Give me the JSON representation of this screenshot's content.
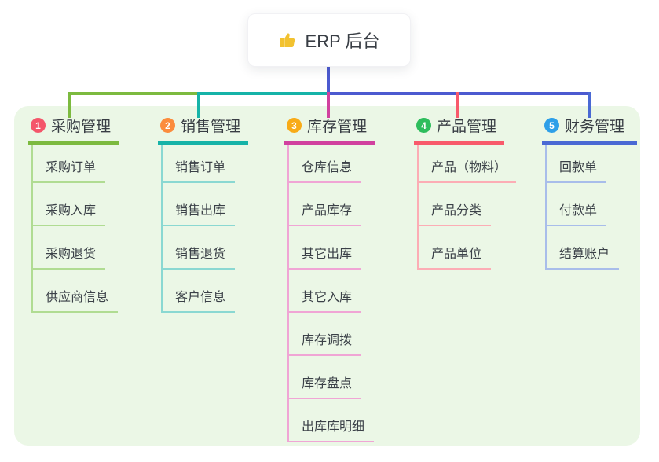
{
  "root": {
    "label": "ERP 后台",
    "icon": "thumbs-up-icon"
  },
  "colors": {
    "panel_background": "#ebf7e6",
    "root_connector": "#4c5ad0",
    "text": "#3b4148",
    "branch_line_colors": [
      "#7cba3f",
      "#16b3a8",
      "#d1419f",
      "#f85a6b",
      "#4a69d4"
    ],
    "branch_child_line_colors": [
      "#b0dc92",
      "#8ad8d2",
      "#f0a5d5",
      "#fcadb5",
      "#a8bdea"
    ],
    "badge_colors": [
      "#f4566a",
      "#fb8c3d",
      "#f8ab17",
      "#2dbd5c",
      "#2d9fe8"
    ]
  },
  "branches": [
    {
      "badge": "1",
      "title": "采购管理",
      "children": [
        "采购订单",
        "采购入库",
        "采购退货",
        "供应商信息"
      ]
    },
    {
      "badge": "2",
      "title": "销售管理",
      "children": [
        "销售订单",
        "销售出库",
        "销售退货",
        "客户信息"
      ]
    },
    {
      "badge": "3",
      "title": "库存管理",
      "children": [
        "仓库信息",
        "产品库存",
        "其它出库",
        "其它入库",
        "库存调拨",
        "库存盘点",
        "出库库明细"
      ]
    },
    {
      "badge": "4",
      "title": "产品管理",
      "children": [
        "产品（物料）",
        "产品分类",
        "产品单位"
      ]
    },
    {
      "badge": "5",
      "title": "财务管理",
      "children": [
        "回款单",
        "付款单",
        "结算账户"
      ]
    }
  ]
}
